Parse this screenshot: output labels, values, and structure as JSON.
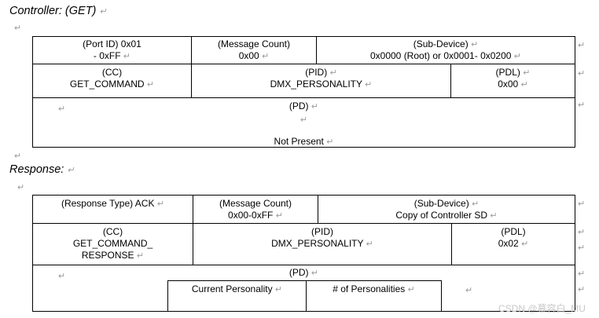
{
  "mark": "↵",
  "controller": {
    "heading": "Controller: (GET)",
    "port_id": [
      "(Port ID) 0x01",
      "- 0xFF"
    ],
    "message_count": [
      "(Message Count)",
      "0x00"
    ],
    "sub_device": [
      "(Sub-Device)",
      "0x0000 (Root) or 0x0001- 0x0200"
    ],
    "cc": [
      "(CC)",
      "GET_COMMAND"
    ],
    "pid": [
      "(PID)",
      "DMX_PERSONALITY"
    ],
    "pdl": [
      "(PDL)",
      "0x00"
    ],
    "pd": [
      "(PD)",
      "Not Present"
    ]
  },
  "response": {
    "heading": "Response:",
    "response_type": "(Response Type) ACK",
    "message_count": [
      "(Message Count)",
      "0x00-0xFF"
    ],
    "sub_device": [
      "(Sub-Device)",
      "Copy of Controller SD"
    ],
    "cc": [
      "(CC)",
      "GET_COMMAND_",
      "RESPONSE"
    ],
    "pid": [
      "(PID)",
      "DMX_PERSONALITY"
    ],
    "pdl": [
      "(PDL)",
      "0x02"
    ],
    "pd": "(PD)",
    "pd_fields": [
      "Current Personality",
      "# of Personalities"
    ]
  },
  "watermark": "CSDN @慕容白_MU"
}
